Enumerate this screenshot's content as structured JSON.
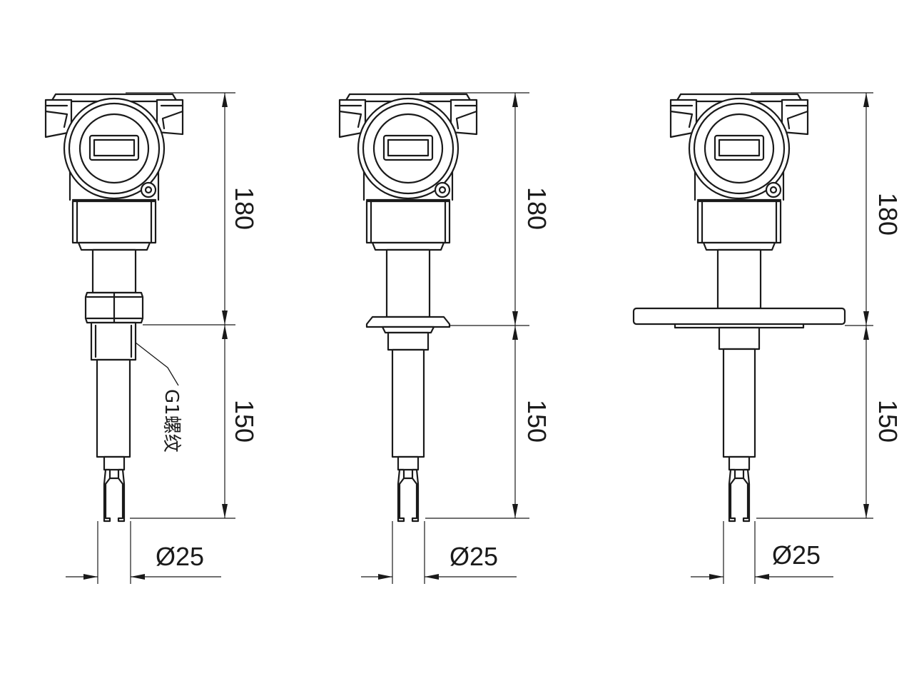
{
  "views": [
    {
      "id": "thread",
      "dim_upper": "180",
      "dim_lower": "150",
      "dim_dia": "Ø25",
      "callout": "G1螺纹"
    },
    {
      "id": "clamp",
      "dim_upper": "180",
      "dim_lower": "150",
      "dim_dia": "Ø25"
    },
    {
      "id": "flange",
      "dim_upper": "180",
      "dim_lower": "150",
      "dim_dia": "Ø25"
    }
  ]
}
